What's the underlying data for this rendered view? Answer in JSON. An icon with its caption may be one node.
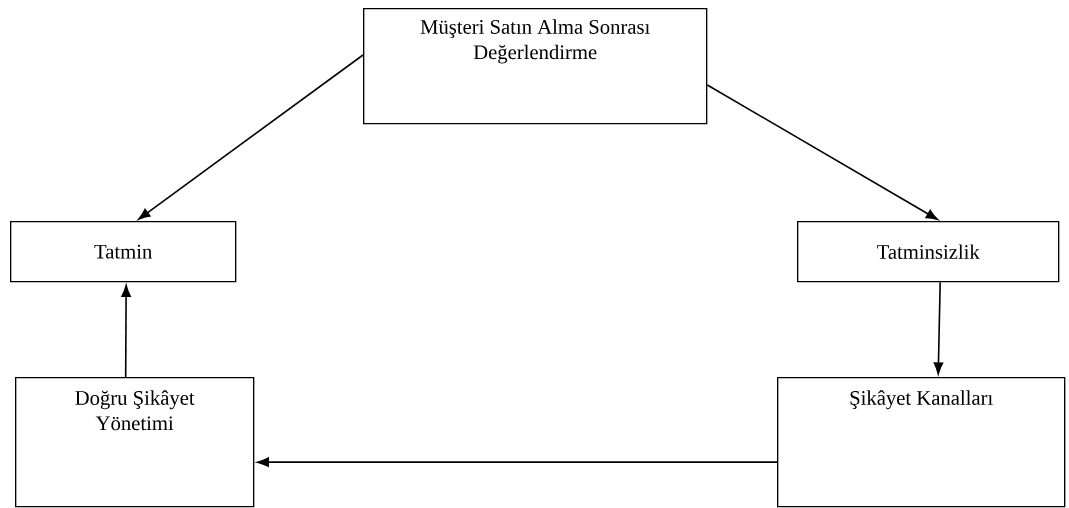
{
  "diagram": {
    "nodes": [
      {
        "text": [
          "Müşteri Satın Alma Sonrası Değerlendirme"
        ]
      },
      {
        "text": [
          "Tatmin"
        ]
      },
      {
        "text": [
          "Tatminsizlik"
        ]
      },
      {
        "text": [
          "Doğru Şikâyet Yönetimi"
        ]
      },
      {
        "text": [
          "Şikâyet Kanalları"
        ]
      }
    ],
    "edges": [
      {
        "from": 0,
        "to": 1,
        "arrow": "to"
      },
      {
        "from": 0,
        "to": 2,
        "arrow": "to"
      },
      {
        "from": 2,
        "to": 4,
        "arrow": "to"
      },
      {
        "from": 4,
        "to": 3,
        "arrow": "to"
      },
      {
        "from": 3,
        "to": 1,
        "arrow": "to"
      }
    ]
  }
}
